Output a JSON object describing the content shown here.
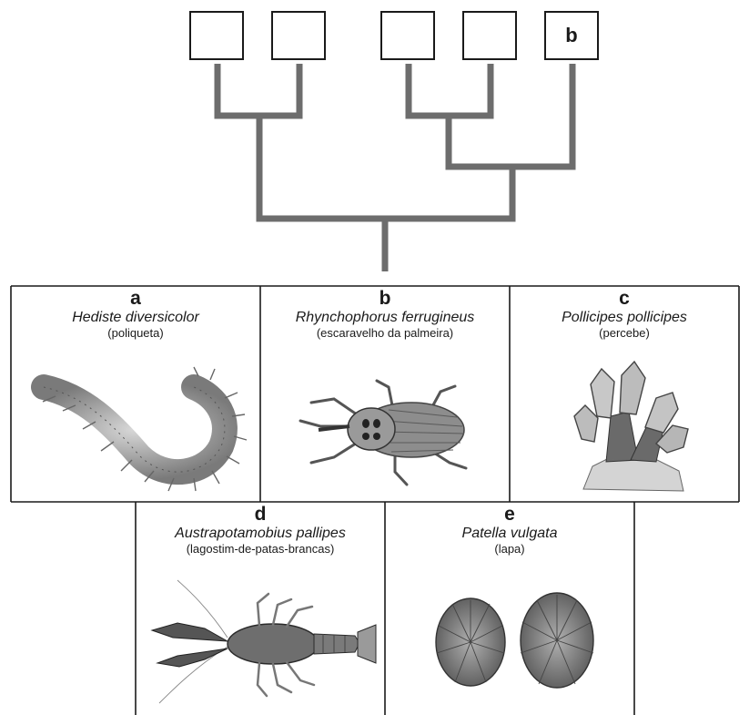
{
  "cladogram": {
    "leaf_boxes": [
      "",
      "",
      "",
      "",
      "b"
    ]
  },
  "organisms": [
    {
      "letter": "a",
      "scientific_name": "Hediste diversicolor",
      "common_name": "(poliqueta)",
      "icon": "polychaete-worm-icon"
    },
    {
      "letter": "b",
      "scientific_name": "Rhynchophorus ferrugineus",
      "common_name": "(escaravelho da palmeira)",
      "icon": "red-palm-weevil-icon"
    },
    {
      "letter": "c",
      "scientific_name": "Pollicipes pollicipes",
      "common_name": "(percebe)",
      "icon": "goose-barnacle-icon"
    },
    {
      "letter": "d",
      "scientific_name": "Austrapotamobius pallipes",
      "common_name": "(lagostim-de-patas-brancas)",
      "icon": "crayfish-icon"
    },
    {
      "letter": "e",
      "scientific_name": "Patella vulgata",
      "common_name": "(lapa)",
      "icon": "limpet-icon"
    }
  ]
}
